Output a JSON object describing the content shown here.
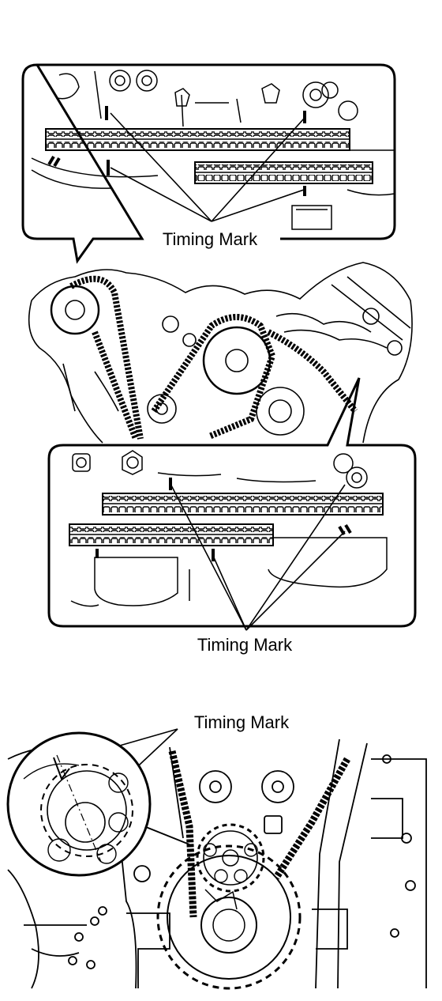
{
  "callouts": {
    "top_label": "Timing Mark",
    "middle_label": "Timing Mark",
    "bottom_label": "Timing Mark"
  }
}
